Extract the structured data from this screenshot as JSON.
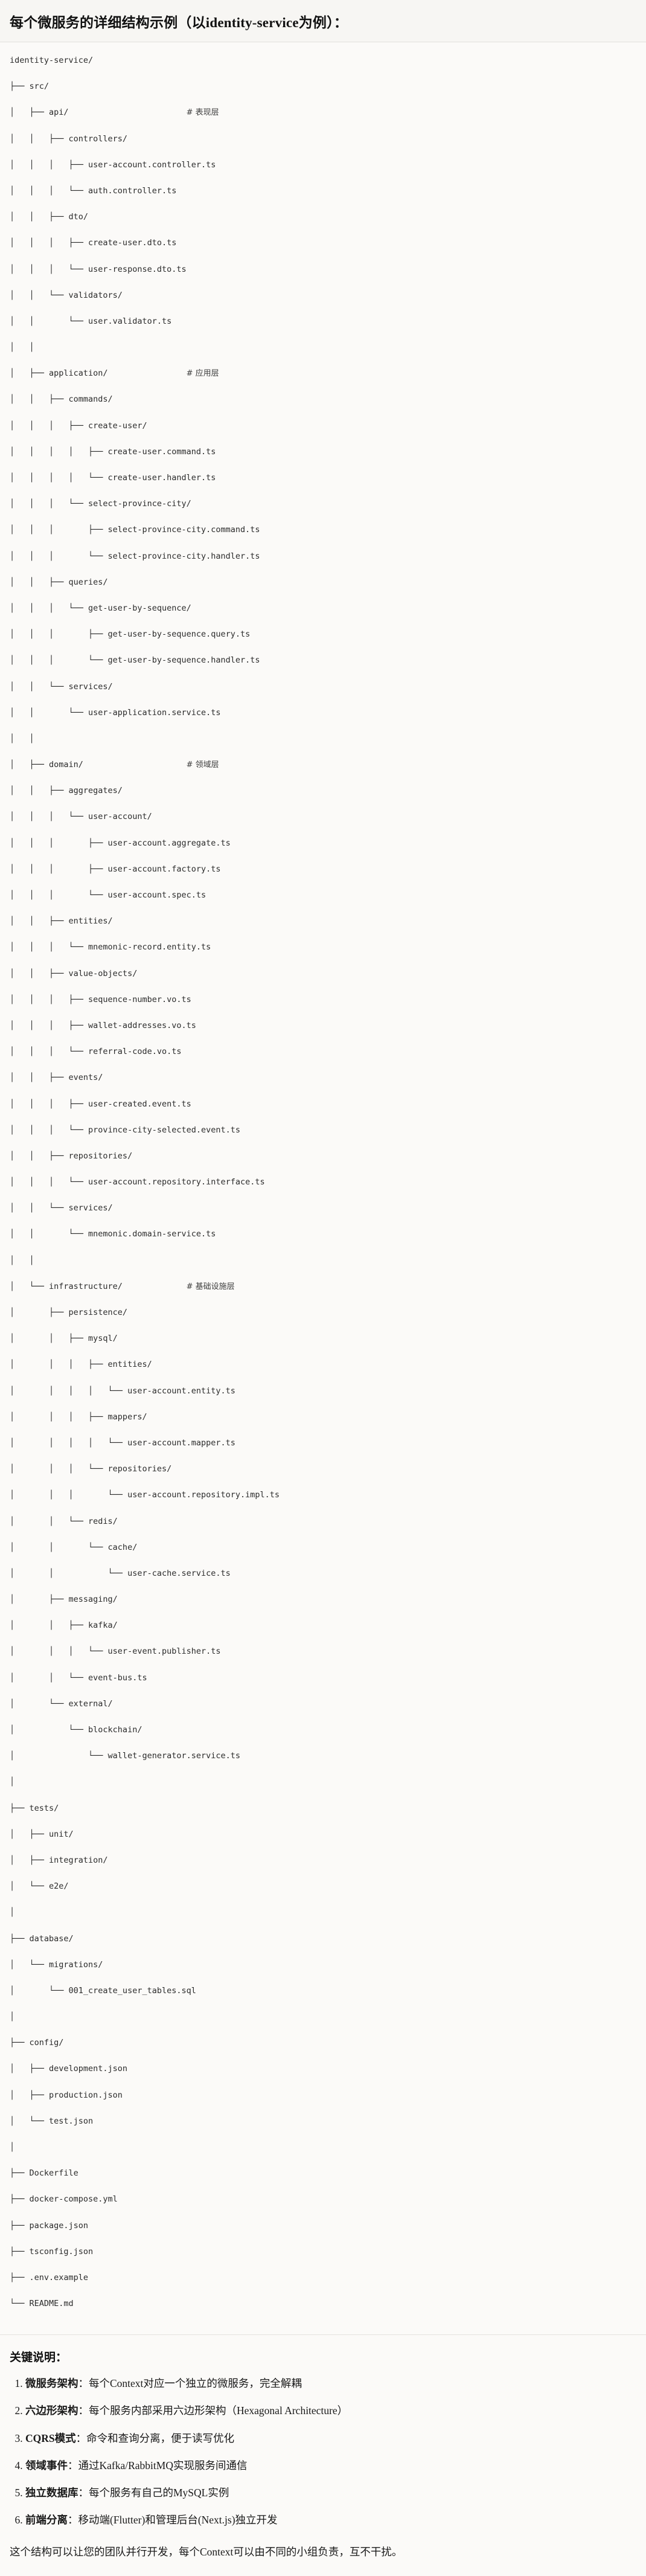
{
  "header": {
    "title": "每个微服务的详细结构示例（以identity-service为例）："
  },
  "tree": {
    "lines": [
      {
        "text": "identity-service/",
        "comment": ""
      },
      {
        "text": "├── src/",
        "comment": ""
      },
      {
        "text": "│   ├── api/",
        "comment": "# 表现层"
      },
      {
        "text": "│   │   ├── controllers/",
        "comment": ""
      },
      {
        "text": "│   │   │   ├── user-account.controller.ts",
        "comment": ""
      },
      {
        "text": "│   │   │   └── auth.controller.ts",
        "comment": ""
      },
      {
        "text": "│   │   ├── dto/",
        "comment": ""
      },
      {
        "text": "│   │   │   ├── create-user.dto.ts",
        "comment": ""
      },
      {
        "text": "│   │   │   └── user-response.dto.ts",
        "comment": ""
      },
      {
        "text": "│   │   └── validators/",
        "comment": ""
      },
      {
        "text": "│   │       └── user.validator.ts",
        "comment": ""
      },
      {
        "text": "│   │",
        "comment": ""
      },
      {
        "text": "│   ├── application/",
        "comment": "# 应用层"
      },
      {
        "text": "│   │   ├── commands/",
        "comment": ""
      },
      {
        "text": "│   │   │   ├── create-user/",
        "comment": ""
      },
      {
        "text": "│   │   │   │   ├── create-user.command.ts",
        "comment": ""
      },
      {
        "text": "│   │   │   │   └── create-user.handler.ts",
        "comment": ""
      },
      {
        "text": "│   │   │   └── select-province-city/",
        "comment": ""
      },
      {
        "text": "│   │   │       ├── select-province-city.command.ts",
        "comment": ""
      },
      {
        "text": "│   │   │       └── select-province-city.handler.ts",
        "comment": ""
      },
      {
        "text": "│   │   ├── queries/",
        "comment": ""
      },
      {
        "text": "│   │   │   └── get-user-by-sequence/",
        "comment": ""
      },
      {
        "text": "│   │   │       ├── get-user-by-sequence.query.ts",
        "comment": ""
      },
      {
        "text": "│   │   │       └── get-user-by-sequence.handler.ts",
        "comment": ""
      },
      {
        "text": "│   │   └── services/",
        "comment": ""
      },
      {
        "text": "│   │       └── user-application.service.ts",
        "comment": ""
      },
      {
        "text": "│   │",
        "comment": ""
      },
      {
        "text": "│   ├── domain/",
        "comment": "# 领域层"
      },
      {
        "text": "│   │   ├── aggregates/",
        "comment": ""
      },
      {
        "text": "│   │   │   └── user-account/",
        "comment": ""
      },
      {
        "text": "│   │   │       ├── user-account.aggregate.ts",
        "comment": ""
      },
      {
        "text": "│   │   │       ├── user-account.factory.ts",
        "comment": ""
      },
      {
        "text": "│   │   │       └── user-account.spec.ts",
        "comment": ""
      },
      {
        "text": "│   │   ├── entities/",
        "comment": ""
      },
      {
        "text": "│   │   │   └── mnemonic-record.entity.ts",
        "comment": ""
      },
      {
        "text": "│   │   ├── value-objects/",
        "comment": ""
      },
      {
        "text": "│   │   │   ├── sequence-number.vo.ts",
        "comment": ""
      },
      {
        "text": "│   │   │   ├── wallet-addresses.vo.ts",
        "comment": ""
      },
      {
        "text": "│   │   │   └── referral-code.vo.ts",
        "comment": ""
      },
      {
        "text": "│   │   ├── events/",
        "comment": ""
      },
      {
        "text": "│   │   │   ├── user-created.event.ts",
        "comment": ""
      },
      {
        "text": "│   │   │   └── province-city-selected.event.ts",
        "comment": ""
      },
      {
        "text": "│   │   ├── repositories/",
        "comment": ""
      },
      {
        "text": "│   │   │   └── user-account.repository.interface.ts",
        "comment": ""
      },
      {
        "text": "│   │   └── services/",
        "comment": ""
      },
      {
        "text": "│   │       └── mnemonic.domain-service.ts",
        "comment": ""
      },
      {
        "text": "│   │",
        "comment": ""
      },
      {
        "text": "│   └── infrastructure/",
        "comment": "# 基础设施层"
      },
      {
        "text": "│       ├── persistence/",
        "comment": ""
      },
      {
        "text": "│       │   ├── mysql/",
        "comment": ""
      },
      {
        "text": "│       │   │   ├── entities/",
        "comment": ""
      },
      {
        "text": "│       │   │   │   └── user-account.entity.ts",
        "comment": ""
      },
      {
        "text": "│       │   │   ├── mappers/",
        "comment": ""
      },
      {
        "text": "│       │   │   │   └── user-account.mapper.ts",
        "comment": ""
      },
      {
        "text": "│       │   │   └── repositories/",
        "comment": ""
      },
      {
        "text": "│       │   │       └── user-account.repository.impl.ts",
        "comment": ""
      },
      {
        "text": "│       │   └── redis/",
        "comment": ""
      },
      {
        "text": "│       │       └── cache/",
        "comment": ""
      },
      {
        "text": "│       │           └── user-cache.service.ts",
        "comment": ""
      },
      {
        "text": "│       ├── messaging/",
        "comment": ""
      },
      {
        "text": "│       │   ├── kafka/",
        "comment": ""
      },
      {
        "text": "│       │   │   └── user-event.publisher.ts",
        "comment": ""
      },
      {
        "text": "│       │   └── event-bus.ts",
        "comment": ""
      },
      {
        "text": "│       └── external/",
        "comment": ""
      },
      {
        "text": "│           └── blockchain/",
        "comment": ""
      },
      {
        "text": "│               └── wallet-generator.service.ts",
        "comment": ""
      },
      {
        "text": "│",
        "comment": ""
      },
      {
        "text": "├── tests/",
        "comment": ""
      },
      {
        "text": "│   ├── unit/",
        "comment": ""
      },
      {
        "text": "│   ├── integration/",
        "comment": ""
      },
      {
        "text": "│   └── e2e/",
        "comment": ""
      },
      {
        "text": "│",
        "comment": ""
      },
      {
        "text": "├── database/",
        "comment": ""
      },
      {
        "text": "│   └── migrations/",
        "comment": ""
      },
      {
        "text": "│       └── 001_create_user_tables.sql",
        "comment": ""
      },
      {
        "text": "│",
        "comment": ""
      },
      {
        "text": "├── config/",
        "comment": ""
      },
      {
        "text": "│   ├── development.json",
        "comment": ""
      },
      {
        "text": "│   ├── production.json",
        "comment": ""
      },
      {
        "text": "│   └── test.json",
        "comment": ""
      },
      {
        "text": "│",
        "comment": ""
      },
      {
        "text": "├── Dockerfile",
        "comment": ""
      },
      {
        "text": "├── docker-compose.yml",
        "comment": ""
      },
      {
        "text": "├── package.json",
        "comment": ""
      },
      {
        "text": "├── tsconfig.json",
        "comment": ""
      },
      {
        "text": "├── .env.example",
        "comment": ""
      },
      {
        "text": "└── README.md",
        "comment": ""
      }
    ],
    "comment_column": 36
  },
  "notes": {
    "title": "关键说明：",
    "items": [
      {
        "term": "微服务架构",
        "sep": "：",
        "desc": "每个Context对应一个独立的微服务，完全解耦"
      },
      {
        "term": "六边形架构",
        "sep": "：",
        "desc": "每个服务内部采用六边形架构（Hexagonal Architecture）"
      },
      {
        "term": "CQRS模式",
        "sep": "：",
        "desc": "命令和查询分离，便于读写优化"
      },
      {
        "term": "领域事件",
        "sep": "：",
        "desc": "通过Kafka/RabbitMQ实现服务间通信"
      },
      {
        "term": "独立数据库",
        "sep": "：",
        "desc": "每个服务有自己的MySQL实例"
      },
      {
        "term": "前端分离",
        "sep": "：",
        "desc": "移动端(Flutter)和管理后台(Next.js)独立开发"
      }
    ],
    "closing": "这个结构可以让您的团队并行开发，每个Context可以由不同的小组负责，互不干扰。"
  },
  "colors": {
    "page_background": "#fbfaf8",
    "header_background": "#f7f6f3",
    "text": "#1f1f1f",
    "code_text": "#2b2b2b",
    "comment_text": "#3d3d3d",
    "divider": "#e2e0dc"
  }
}
